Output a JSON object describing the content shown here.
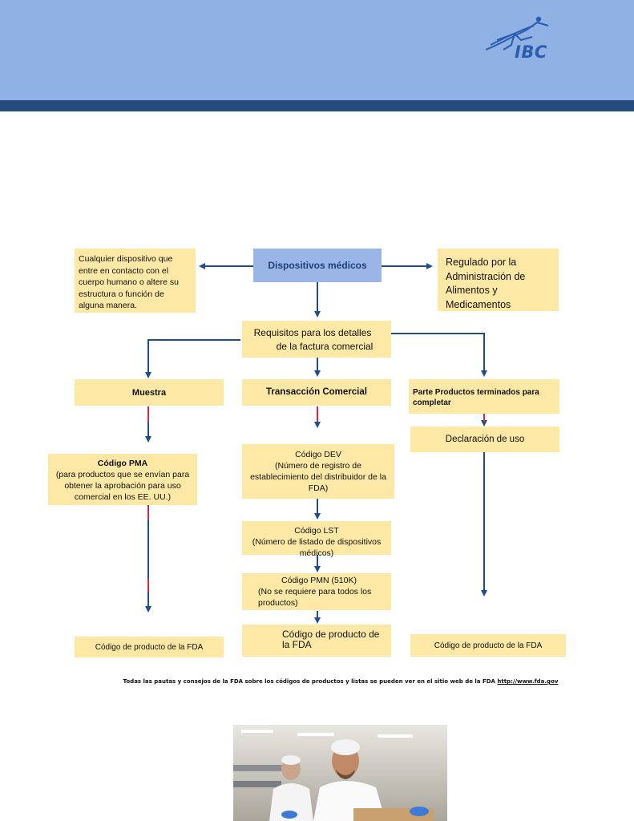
{
  "header": {
    "logo_text": "IBC",
    "colors": {
      "band": "#8fb1e3",
      "rule": "#244c7e",
      "logo": "#2a5db0"
    }
  },
  "flowchart": {
    "left_note": "Cualquier dispositivo que entre en contacto con el cuerpo humano o altere su estructura o función de alguna manera.",
    "root": "Dispositivos médicos",
    "right_note": "Regulado por la Administración de Alimentos y Medicamentos",
    "requirements": [
      "Requisitos para los detalles",
      "de la factura comercial"
    ],
    "branches": {
      "sample": {
        "title": "Muestra",
        "code_title": "Código PMA",
        "code_desc": "(para productos que se envían para obtener la aprobación para uso comercial en los EE. UU.)",
        "final": "Código de producto de la FDA"
      },
      "commercial": {
        "title": "Transacción Comercial",
        "dev_title": "Código DEV",
        "dev_desc": "(Número de registro de establecimiento del distribuidor de la FDA)",
        "lst_title": "Código LST",
        "lst_desc": "(Número de listado de dispositivos médicos)",
        "pmn_title": "Código PMN (510K)",
        "pmn_desc": "(No se requiere para todos los productos)",
        "final": "Código de producto de la FDA"
      },
      "parts": {
        "title": "Parte Productos terminados para completar",
        "declaration": "Declaración de uso",
        "final": "Código de producto de la FDA"
      }
    },
    "colors": {
      "box": "#fde8a6",
      "root_box": "#9ab6e6",
      "arrow": "#1f4e8c",
      "arrow_accent": "#e0243a"
    }
  },
  "footnote": {
    "text": "Todas las pautas y consejos de la FDA sobre los códigos de productos y listas se pueden ver en el sitio web de la FDA ",
    "link": "http://www.fda.gov"
  }
}
